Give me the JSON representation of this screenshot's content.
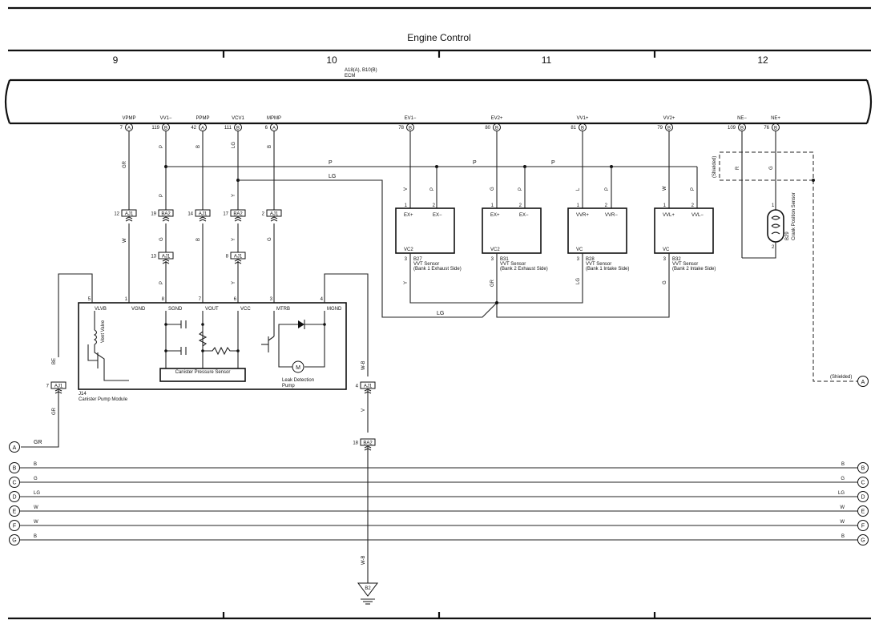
{
  "title": "Engine Control",
  "columns": [
    "9",
    "10",
    "11",
    "12"
  ],
  "ecm": {
    "connectors": "A18(A), B10(B)",
    "name": "ECM"
  },
  "ecm_pins": [
    {
      "name": "VPMP",
      "num": "7",
      "conn": "A"
    },
    {
      "name": "VV1−",
      "num": "119",
      "conn": "B"
    },
    {
      "name": "PPMP",
      "num": "42",
      "conn": "A"
    },
    {
      "name": "VCV1",
      "num": "111",
      "conn": "B"
    },
    {
      "name": "MPMP",
      "num": "6",
      "conn": "A"
    },
    {
      "name": "EV1−",
      "num": "78",
      "conn": "B"
    },
    {
      "name": "EV2+",
      "num": "80",
      "conn": "B"
    },
    {
      "name": "VV1+",
      "num": "81",
      "conn": "B"
    },
    {
      "name": "VV2+",
      "num": "79",
      "conn": "B"
    },
    {
      "name": "NE−",
      "num": "109",
      "conn": "B"
    },
    {
      "name": "NE+",
      "num": "76",
      "conn": "B"
    }
  ],
  "wire_colors": {
    "w_vpmp": "GR",
    "w_vv1m_top": "P",
    "w_ppmp_top": "B",
    "w_vcv1_top": "LG",
    "w_mpmp_top": "B",
    "w_vv1m_mid": "P",
    "w_vcv1_mid": "Y",
    "w_vlvb_bot": "W",
    "w_sgnd_1": "G",
    "w_vout_1": "B",
    "w_vcc_1": "Y",
    "w_mtrb_1": "G",
    "w_sgnd_2": "P",
    "w_vcc_2": "Y",
    "bus_p1": "P",
    "bus_p2": "P",
    "bus_p3": "P",
    "bus_lg": "LG",
    "s1_v": "V",
    "s1_p": "P",
    "s2_g": "G",
    "s2_p": "P",
    "s3_l": "L",
    "s3_p": "P",
    "s4_w": "W",
    "s4_p": "P",
    "s1_vc": "Y",
    "s2_vc": "GR",
    "s3_vc": "LG",
    "s4_vc": "G",
    "vc_lg": "LG",
    "ne_r": "R",
    "ne_g": "G",
    "shielded": "(Shielded)",
    "shielded2": "(Shielded)",
    "be": "BE",
    "gr_low": "GR",
    "gr_a": "GR",
    "wb_1": "W-B",
    "v_low": "V",
    "wb_ground": "W-B"
  },
  "junctions": [
    {
      "num": "12",
      "conn": "AJ1"
    },
    {
      "num": "19",
      "conn": "BA2"
    },
    {
      "num": "14",
      "conn": "AJ1"
    },
    {
      "num": "17",
      "conn": "BA2"
    },
    {
      "num": "2",
      "conn": "AJ1"
    },
    {
      "num": "13",
      "conn": "AJ1"
    },
    {
      "num": "8",
      "conn": "AJ1"
    },
    {
      "num": "7",
      "conn": "AJ1"
    },
    {
      "num": "4",
      "conn": "AJ1"
    },
    {
      "num": "18",
      "conn": "BA2"
    }
  ],
  "pump_module": {
    "id": "J14",
    "name": "Canister Pump Module",
    "pins": [
      {
        "num": "5",
        "name": "VLVB"
      },
      {
        "num": "1",
        "name": "VGND"
      },
      {
        "num": "8",
        "name": "SGND"
      },
      {
        "num": "7",
        "name": "VOUT"
      },
      {
        "num": "6",
        "name": "VCC"
      },
      {
        "num": "3",
        "name": "MTRB"
      },
      {
        "num": "4",
        "name": "MGND"
      }
    ],
    "vent_valve": "Vent Valve",
    "pressure_sensor": "Canister Pressure Sensor",
    "leak_pump_1": "Leak Detection",
    "leak_pump_2": "Pump",
    "motor": "M"
  },
  "vvt_sensors": [
    {
      "id": "B27",
      "name": "VVT Sensor",
      "side": "(Bank 1 Exhaust Side)",
      "p1": "EX+",
      "p2": "EX−",
      "p3": "VC2",
      "n1": "1",
      "n2": "2",
      "n3": "3"
    },
    {
      "id": "B31",
      "name": "VVT Sensor",
      "side": "(Bank 2 Exhaust Side)",
      "p1": "EX+",
      "p2": "EX−",
      "p3": "VC2",
      "n1": "1",
      "n2": "2",
      "n3": "3"
    },
    {
      "id": "B28",
      "name": "VVT Sensor",
      "side": "(Bank 1 Intake Side)",
      "p1": "VVR+",
      "p2": "VVR−",
      "p3": "VC",
      "n1": "1",
      "n2": "2",
      "n3": "3"
    },
    {
      "id": "B32",
      "name": "VVT Sensor",
      "side": "(Bank 2 Intake Side)",
      "p1": "VVL+",
      "p2": "VVL−",
      "p3": "VC",
      "n1": "1",
      "n2": "2",
      "n3": "3"
    }
  ],
  "crank_sensor": {
    "id": "B29",
    "name": "Crank Position Sensor",
    "n1": "1",
    "n2": "2"
  },
  "connectors": [
    "A",
    "B",
    "C",
    "D",
    "E",
    "F",
    "G"
  ],
  "bus_wires": [
    {
      "letter": "B",
      "color": "B"
    },
    {
      "letter": "C",
      "color": "G"
    },
    {
      "letter": "D",
      "color": "LG"
    },
    {
      "letter": "E",
      "color": "W"
    },
    {
      "letter": "F",
      "color": "W"
    },
    {
      "letter": "G",
      "color": "B"
    }
  ],
  "ground": "B2"
}
